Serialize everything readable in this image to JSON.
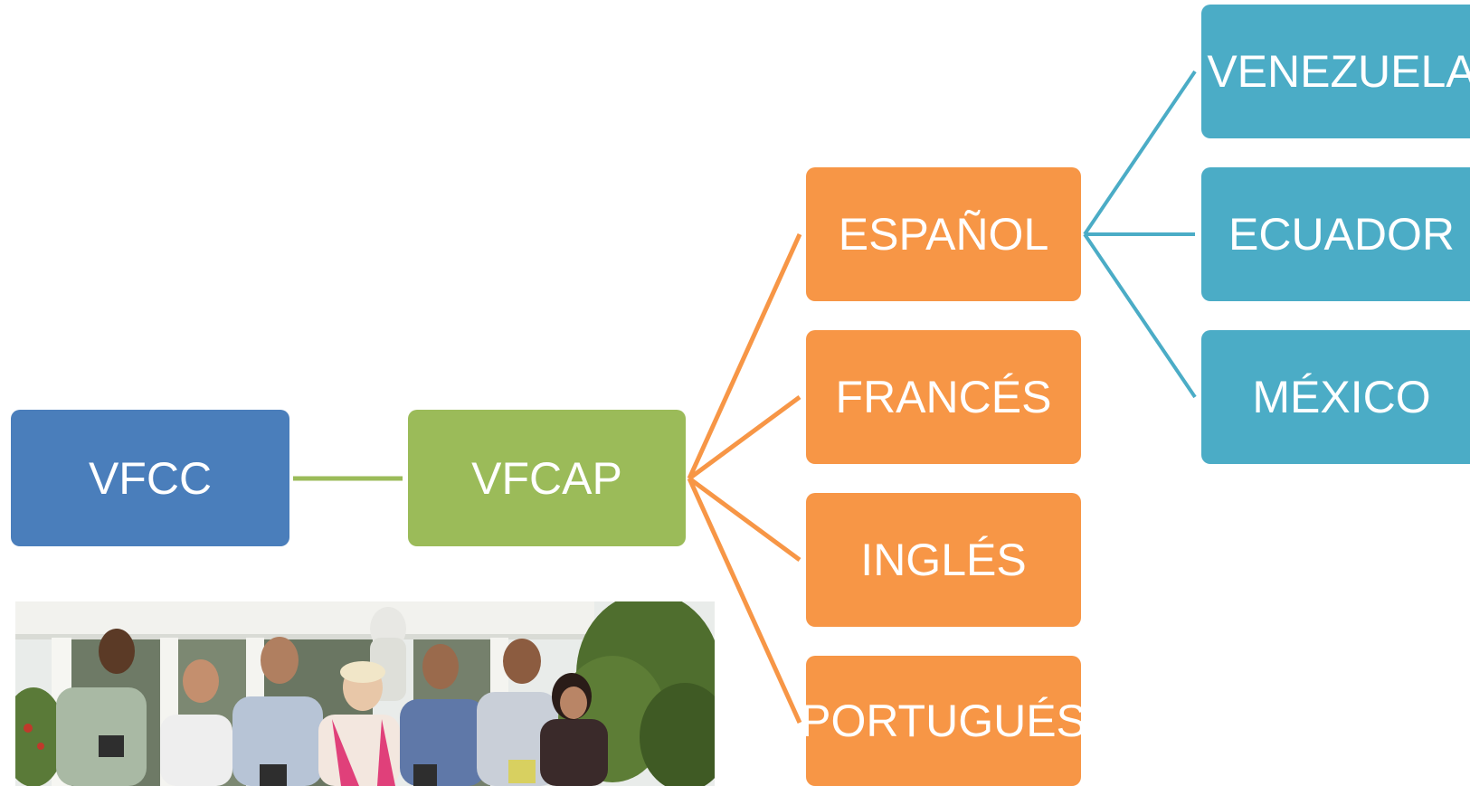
{
  "colors": {
    "root": "#4a7ebb",
    "level1": "#9bbb59",
    "languages": "#f79646",
    "countries": "#4bacc6",
    "connector_green": "#9bbb59",
    "connector_orange": "#f79646",
    "connector_blue": "#4bacc6"
  },
  "diagram": {
    "root": {
      "label": "VFCC"
    },
    "level1": {
      "label": "VFCAP"
    },
    "languages": [
      {
        "label": "ESPAÑOL"
      },
      {
        "label": "FRANCÉS"
      },
      {
        "label": "INGLÉS"
      },
      {
        "label": "PORTUGUÉS"
      }
    ],
    "countries": [
      {
        "label": "VENEZUELA"
      },
      {
        "label": "ECUADOR"
      },
      {
        "label": "MÉXICO"
      }
    ]
  }
}
